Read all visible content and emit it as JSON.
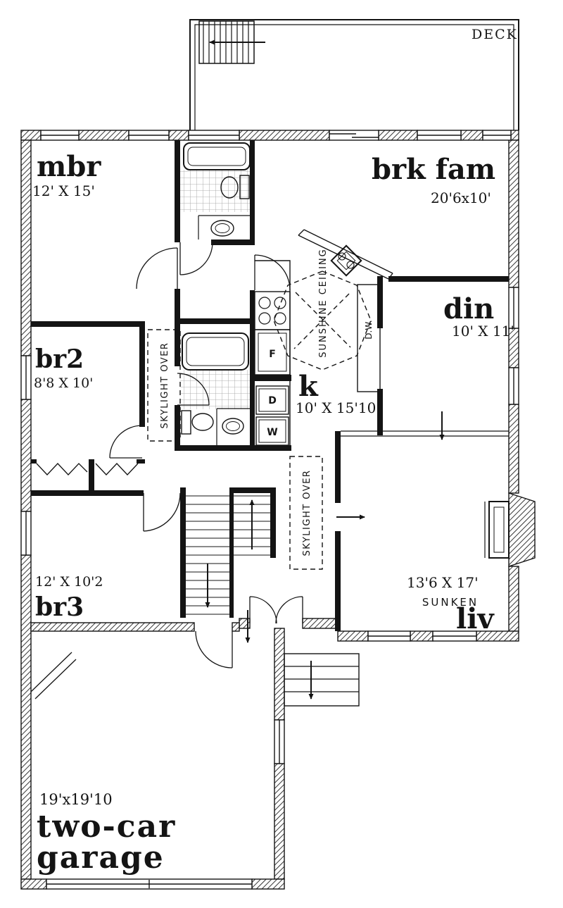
{
  "plan": {
    "deck": {
      "label": "DECK"
    },
    "rooms": {
      "mbr": {
        "name": "mbr",
        "dims": "12' X 15'"
      },
      "brk_fam": {
        "name": "brk fam",
        "dims": "20'6x10'"
      },
      "din": {
        "name": "din",
        "dims": "10' X 11'"
      },
      "br2": {
        "name": "br2",
        "dims": "8'8 X 10'"
      },
      "kitchen": {
        "name": "k",
        "dims": "10' X 15'10"
      },
      "br3": {
        "name": "br3",
        "dims": "12' X 10'2"
      },
      "liv": {
        "name": "liv",
        "dims": "13'6 X 17'",
        "note": "SUNKEN"
      },
      "garage": {
        "name_line1": "two-car",
        "name_line2": "garage",
        "dims": "19'x19'10"
      }
    },
    "annotations": {
      "sunshine_ceiling": "SUNSHINE CEILING",
      "skylight_over_1": "SKYLIGHT OVER",
      "skylight_over_2": "SKYLIGHT OVER",
      "dishwasher": "D.W.",
      "fridge": "F",
      "dryer": "D",
      "washer": "W"
    },
    "ink_color": "#141414"
  }
}
